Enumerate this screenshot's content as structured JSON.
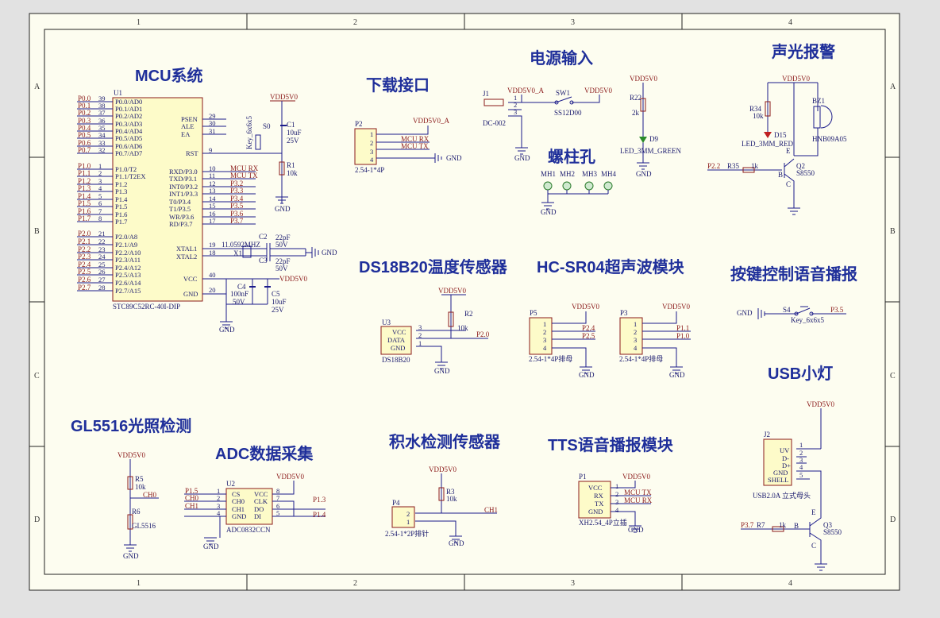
{
  "zones": {
    "cols": [
      "1",
      "2",
      "3",
      "4"
    ],
    "rows": [
      "A",
      "B",
      "C",
      "D"
    ]
  },
  "sections": {
    "mcu": "MCU系统",
    "download": "下载接口",
    "power": "电源输入",
    "alarm": "声光报警",
    "screw": "螺柱孔",
    "ds18b20": "DS18B20温度传感器",
    "hcsr04": "HC-SR04超声波模块",
    "key_voice": "按键控制语音播报",
    "usb_lamp": "USB小灯",
    "gl5516": "GL5516光照检测",
    "adc": "ADC数据采集",
    "water": "积水检测传感器",
    "tts": "TTS语音播报模块"
  },
  "mcu": {
    "ref": "U1",
    "part": "STC89C52RC-40I-DIP",
    "left_pins": [
      {
        "net": "P0.0",
        "num": "39",
        "name": "P0.0/AD0"
      },
      {
        "net": "P0.1",
        "num": "38",
        "name": "P0.1/AD1"
      },
      {
        "net": "P0.2",
        "num": "37",
        "name": "P0.2/AD2"
      },
      {
        "net": "P0.3",
        "num": "36",
        "name": "P0.3/AD3"
      },
      {
        "net": "P0.4",
        "num": "35",
        "name": "P0.4/AD4"
      },
      {
        "net": "P0.5",
        "num": "34",
        "name": "P0.5/AD5"
      },
      {
        "net": "P0.6",
        "num": "33",
        "name": "P0.6/AD6"
      },
      {
        "net": "P0.7",
        "num": "32",
        "name": "P0.7/AD7"
      },
      {
        "net": "P1.0",
        "num": "1",
        "name": "P1.0/T2"
      },
      {
        "net": "P1.1",
        "num": "2",
        "name": "P1.1/T2EX"
      },
      {
        "net": "P1.2",
        "num": "3",
        "name": "P1.2"
      },
      {
        "net": "P1.3",
        "num": "4",
        "name": "P1.3"
      },
      {
        "net": "P1.4",
        "num": "5",
        "name": "P1.4"
      },
      {
        "net": "P1.5",
        "num": "6",
        "name": "P1.5"
      },
      {
        "net": "P1.6",
        "num": "7",
        "name": "P1.6"
      },
      {
        "net": "P1.7",
        "num": "8",
        "name": "P1.7"
      },
      {
        "net": "P2.0",
        "num": "21",
        "name": "P2.0/A8"
      },
      {
        "net": "P2.1",
        "num": "22",
        "name": "P2.1/A9"
      },
      {
        "net": "P2.2",
        "num": "23",
        "name": "P2.2/A10"
      },
      {
        "net": "P2.3",
        "num": "24",
        "name": "P2.3/A11"
      },
      {
        "net": "P2.4",
        "num": "25",
        "name": "P2.4/A12"
      },
      {
        "net": "P2.5",
        "num": "26",
        "name": "P2.5/A13"
      },
      {
        "net": "P2.6",
        "num": "27",
        "name": "P2.6/A14"
      },
      {
        "net": "P2.7",
        "num": "28",
        "name": "P2.7/A15"
      }
    ],
    "right_pins_top": [
      {
        "name": "PSEN",
        "num": "29"
      },
      {
        "name": "ALE",
        "num": "30"
      },
      {
        "name": "EA",
        "num": "31"
      }
    ],
    "rst": {
      "name": "RST",
      "num": "9"
    },
    "right_pins_p3": [
      {
        "name": "RXD/P3.0",
        "num": "10",
        "net": "MCU RX"
      },
      {
        "name": "TXD/P3.1",
        "num": "11",
        "net": "MCU TX"
      },
      {
        "name": "INT0/P3.2",
        "num": "12",
        "net": "P3.2"
      },
      {
        "name": "INT1/P3.3",
        "num": "13",
        "net": "P3.3"
      },
      {
        "name": "T0/P3.4",
        "num": "14",
        "net": "P3.4"
      },
      {
        "name": "T1/P3.5",
        "num": "15",
        "net": "P3.5"
      },
      {
        "name": "WR/P3.6",
        "num": "16",
        "net": "P3.6"
      },
      {
        "name": "RD/P3.7",
        "num": "17",
        "net": "P3.7"
      }
    ],
    "xtal1": {
      "name": "XTAL1",
      "num": "19"
    },
    "xtal2": {
      "name": "XTAL2",
      "num": "18"
    },
    "vcc": {
      "name": "VCC",
      "num": "40"
    },
    "gnd": {
      "name": "GND",
      "num": "20"
    }
  },
  "mcu_parts": {
    "vdd": "VDD5V0",
    "c1": "C1",
    "c1_val": "10uF",
    "c1_v": "25V",
    "s0": "S0",
    "s0_val": "Key_6x6x5",
    "r1": "R1",
    "r1_val": "10k",
    "x1": "X1",
    "x1_val": "11.0592MHZ",
    "c2": "C2",
    "c2_val": "22pF",
    "c2_v": "50V",
    "c3": "C3",
    "c3_val": "22pF",
    "c3_v": "50V",
    "c4": "C4",
    "c4_val": "100nF",
    "c4_v": "50V",
    "c5": "C5",
    "c5_val": "10uF",
    "c5_v": "25V",
    "gnd": "GND"
  },
  "download": {
    "ref": "P2",
    "part": "2.54-1*4P",
    "vdd": "VDD5V0_A",
    "nets": [
      "MCU RX",
      "MCU TX"
    ],
    "gnd": "GND",
    "pins": [
      "1",
      "2",
      "3",
      "4"
    ]
  },
  "power": {
    "j1": "J1",
    "j1_part": "DC-002",
    "vdd_a": "VDD5V0_A",
    "sw": "SW1",
    "sw_part": "SS12D00",
    "vdd": "VDD5V0",
    "r22": "R22",
    "r22_val": "2k",
    "d9": "D9",
    "d9_part": "LED_3MM_GREEN",
    "vdd2": "VDD5V0",
    "gnd": "GND",
    "pins": [
      "1",
      "2",
      "3"
    ]
  },
  "screw": {
    "holes": [
      "MH1",
      "MH2",
      "MH3",
      "MH4"
    ],
    "gnd": "GND"
  },
  "alarm": {
    "vdd": "VDD5V0",
    "r34": "R34",
    "r34_val": "10k",
    "bz": "BZ1",
    "bz_part": "HNB09A05",
    "d15": "D15",
    "d15_part": "LED_3MM_RED",
    "r35": "R35",
    "r35_val": "1k",
    "net": "P2.2",
    "q": "Q2",
    "q_part": "S8550",
    "b": "B",
    "e": "E",
    "c": "C"
  },
  "ds18b20": {
    "vdd": "VDD5V0",
    "r": "R2",
    "r_val": "10k",
    "ref": "U3",
    "part": "DS18B20",
    "pins": [
      "VCC",
      "DATA",
      "GND"
    ],
    "nums": [
      "3",
      "2",
      "1"
    ],
    "net": "P2.0",
    "gnd": "GND"
  },
  "hcsr04": {
    "p5": "P5",
    "p5_part": "2.54-1*4P排母",
    "p5_nets": [
      "P2.4",
      "P2.5"
    ],
    "p3": "P3",
    "p3_part": "2.54-1*4P排母",
    "p3_nets": [
      "P1.1",
      "P1.0"
    ],
    "vdd": "VDD5V0",
    "gnd": "GND",
    "pins": [
      "1",
      "2",
      "3",
      "4"
    ]
  },
  "key_voice": {
    "s": "S4",
    "s_part": "Key_6x6x5",
    "gnd": "GND",
    "net": "P3.5"
  },
  "usb": {
    "vdd": "VDD5V0",
    "j2": "J2",
    "j2_part": "USB2.0A 立式母头",
    "pins": [
      "UV",
      "D-",
      "D+",
      "GND",
      "SHELL"
    ],
    "nums": [
      "1",
      "2",
      "3",
      "4",
      "5"
    ],
    "net": "P3.7",
    "r7": "R7",
    "r7_val": "1k",
    "q": "Q3",
    "q_part": "S8550",
    "b": "B",
    "e": "E",
    "c": "C"
  },
  "gl5516": {
    "vdd": "VDD5V0",
    "r5": "R5",
    "r5_val": "10k",
    "net": "CH0",
    "r6": "R6",
    "r6_part": "GL5516",
    "gnd": "GND"
  },
  "adc": {
    "ref": "U2",
    "part": "ADC0832CCN",
    "vdd": "VDD5V0",
    "left": [
      {
        "net": "P1.5",
        "num": "1",
        "name": "CS"
      },
      {
        "net": "CH0",
        "num": "2",
        "name": "CH0"
      },
      {
        "net": "CH1",
        "num": "3",
        "name": "CH1"
      },
      {
        "net": "",
        "num": "4",
        "name": "GND"
      }
    ],
    "right": [
      {
        "num": "8",
        "name": "VCC"
      },
      {
        "num": "7",
        "name": "CLK"
      },
      {
        "num": "6",
        "name": "DO"
      },
      {
        "num": "5",
        "name": "DI"
      }
    ],
    "nets_r": [
      "P1.3",
      "P1.4"
    ],
    "gnd": "GND"
  },
  "water": {
    "vdd": "VDD5V0",
    "r3": "R3",
    "r3_val": "10k",
    "p4": "P4",
    "p4_part": "2.54-1*2P排针",
    "net": "CH1",
    "gnd": "GND",
    "pins": [
      "2",
      "1"
    ]
  },
  "tts": {
    "ref": "P1",
    "part": "XH2.54_4P立插",
    "vdd": "VDD5V0",
    "pins": [
      "VCC",
      "RX",
      "TX",
      "GND"
    ],
    "nums": [
      "1",
      "2",
      "3",
      "4"
    ],
    "nets": [
      "MCU TX",
      "MCU RX"
    ],
    "gnd": "GND"
  }
}
